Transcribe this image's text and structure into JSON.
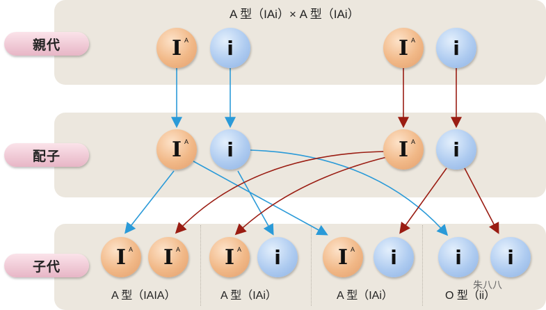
{
  "header": "A 型（IAi）× A 型（IAi）",
  "rows": {
    "parent": "親代",
    "gamete": "配子",
    "offspring": "子代"
  },
  "alleles": {
    "IA_glyph": "I",
    "IA_sup": "A",
    "i_glyph": "i"
  },
  "offspring_labels": [
    "A 型（IAIA）",
    "A 型（IAi）",
    "A 型（IAi）",
    "O 型（ii）"
  ],
  "watermark": "朱八八",
  "colors": {
    "band": "#ece7de",
    "orange_circle": "#f1b887",
    "blue_circle": "#aecbf0",
    "left_arrows": "#2a9ad8",
    "right_arrows": "#9a1c12"
  }
}
